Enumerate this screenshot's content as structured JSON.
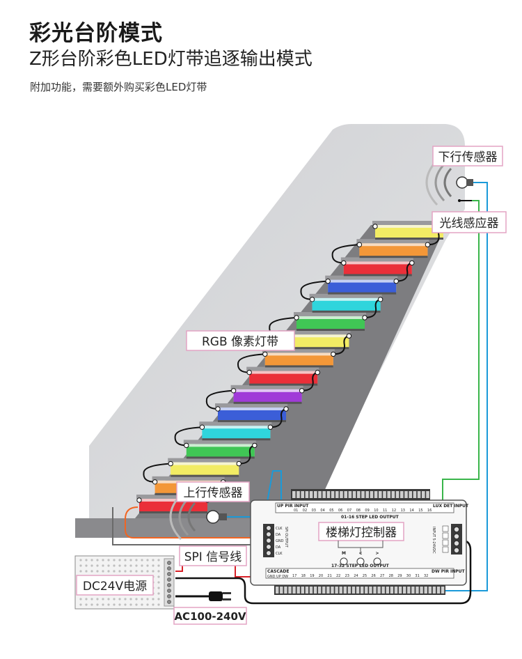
{
  "header": {
    "title": "彩光台阶模式",
    "subtitle": "Z形台阶彩色LED灯带追逐输出模式",
    "note": "附加功能，需要额外购买彩色LED灯带"
  },
  "labels": {
    "down_sensor": "下行传感器",
    "light_sensor": "光线感应器",
    "rgb_strip": "RGB 像素灯带",
    "up_sensor": "上行传感器",
    "controller": "楼梯灯控制器",
    "spi_signal": "SPI 信号线",
    "power_supply": "DC24V电源",
    "ac_input": "AC100-240V"
  },
  "controller": {
    "up_pir_input": "UP PIR INPUT",
    "lux_det_input": "LUX DET INPUT",
    "dw_pir_input": "DW PIR INPUT",
    "top_output_caption": "01-16 STEP LED OUTPUT",
    "bottom_output_caption": "17-32 STEP LED OUTPUT",
    "top_numbers": [
      "01",
      "02",
      "03",
      "04",
      "05",
      "06",
      "07",
      "08",
      "09",
      "10",
      "11",
      "12",
      "13",
      "14",
      "15",
      "16"
    ],
    "bottom_numbers": [
      "17",
      "18",
      "19",
      "20",
      "21",
      "22",
      "23",
      "24",
      "25",
      "26",
      "27",
      "28",
      "29",
      "30",
      "31",
      "32"
    ],
    "cascade": "CASCADE",
    "cascade_pins": "GND UP DW",
    "spi_output": "SPI OUTPUT",
    "spi_pins": [
      "CLK",
      "DA",
      "GND",
      "DA",
      "CLK"
    ],
    "input_voltage": "INPUT 5-24VDC",
    "buttons": [
      "M",
      "<",
      ">"
    ]
  },
  "colors": {
    "wire_blue": "#1a9ad9",
    "wire_green": "#39b54a",
    "wire_orange": "#f26522",
    "callout_border": "#e3a4c4",
    "wall": "#d8d8da",
    "stair": "#7d7d80"
  },
  "led_steps": [
    {
      "color": "#f1ea5a",
      "glow": "#f6f4d2"
    },
    {
      "color": "#f2902c",
      "glow": "#f7dcc2"
    },
    {
      "color": "#e8222c",
      "glow": "#f4c4c6"
    },
    {
      "color": "#2f54d6",
      "glow": "#c6d0f2"
    },
    {
      "color": "#22d3da",
      "glow": "#c8f2f3"
    },
    {
      "color": "#34c24a",
      "glow": "#cdeed2"
    },
    {
      "color": "#f1ea5a",
      "glow": "#f6f4d2"
    },
    {
      "color": "#f2902c",
      "glow": "#f7dcc2"
    },
    {
      "color": "#e8222c",
      "glow": "#f4c4c6"
    },
    {
      "color": "#9a2fd6",
      "glow": "#e1c8f2"
    },
    {
      "color": "#2f54d6",
      "glow": "#c6d0f2"
    },
    {
      "color": "#22d3da",
      "glow": "#c8f2f3"
    },
    {
      "color": "#34c24a",
      "glow": "#cdeed2"
    },
    {
      "color": "#f1ea5a",
      "glow": "#f6f4d2"
    },
    {
      "color": "#f2902c",
      "glow": "#f7dcc2"
    },
    {
      "color": "#e8222c",
      "glow": "#f4c4c6"
    }
  ]
}
